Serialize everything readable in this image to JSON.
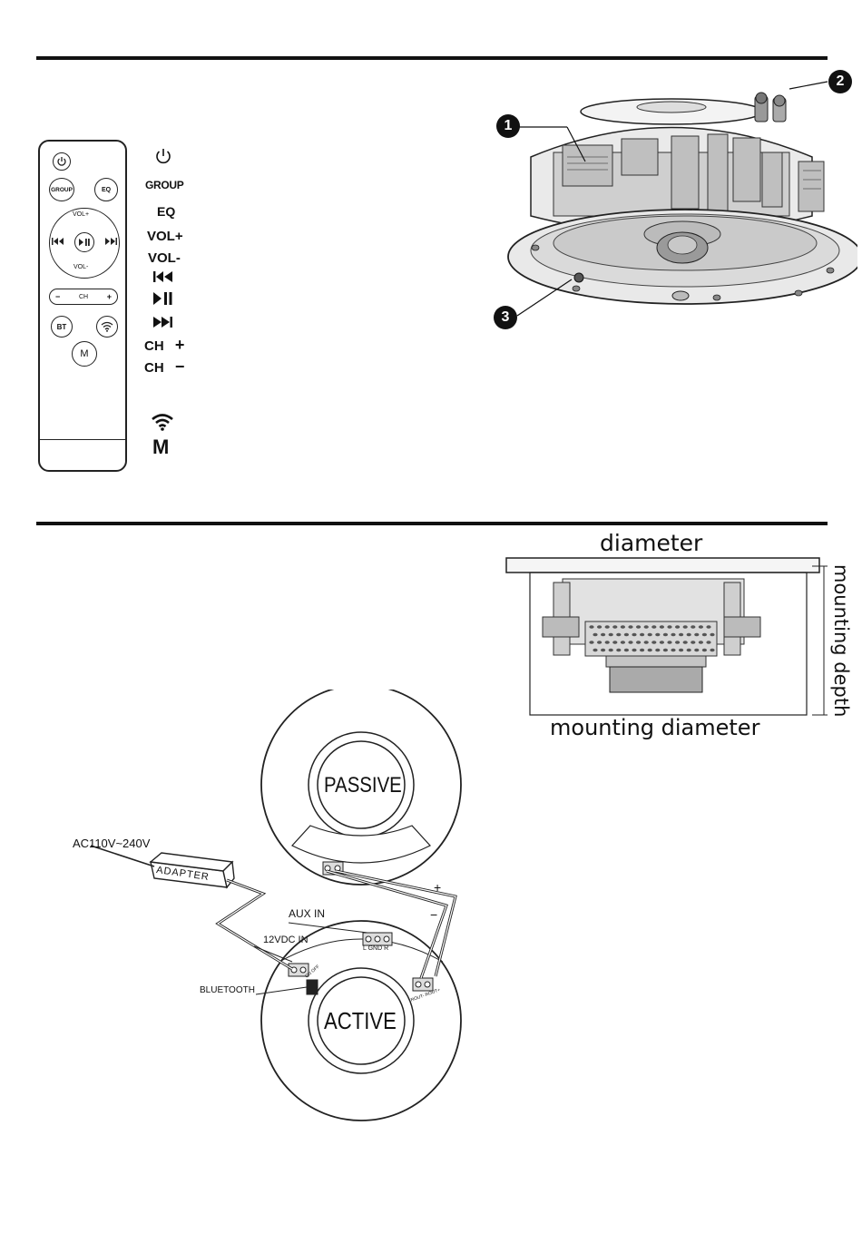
{
  "remote": {
    "buttons": {
      "power_icon": "power-icon",
      "group": "GROUP",
      "eq": "EQ",
      "vol_plus": "VOL+",
      "vol_minus": "VOL-",
      "prev_icon": "prev-track-icon",
      "play_pause_icon": "play-pause-icon",
      "next_icon": "next-track-icon",
      "ch_minus": "−",
      "ch": "CH",
      "ch_plus": "+",
      "bt": "BT",
      "wifi_icon": "wifi-icon",
      "m": "M"
    }
  },
  "legend": {
    "power_icon": "power-icon",
    "group": "GROUP",
    "eq": "EQ",
    "vol_plus": "VOL+",
    "vol_minus": "VOL-",
    "prev_icon": "prev-track-icon",
    "play_pause_icon": "play-pause-icon",
    "next_icon": "next-track-icon",
    "ch_plus": "CH",
    "ch_plus_sign": "+",
    "ch_minus": "CH",
    "ch_minus_sign": "−",
    "wifi_icon": "wifi-icon",
    "m": "M"
  },
  "speaker_callouts": [
    "1",
    "2",
    "3"
  ],
  "dimensions": {
    "diameter": "diameter",
    "mounting_depth": "mounting depth",
    "mounting_diameter": "mounting diameter"
  },
  "wiring": {
    "passive": "PASSIVE",
    "active": "ACTIVE",
    "ac": "AC110V~240V",
    "adapter": "ADAPTER",
    "aux_in": "AUX IN",
    "dc_in": "12VDC IN",
    "bluetooth": "BLUETOOTH",
    "plus": "+",
    "minus": "−",
    "lgndr": "L GND R",
    "rout": "ROUT- ROUT+",
    "on_off": "ON OFF"
  }
}
